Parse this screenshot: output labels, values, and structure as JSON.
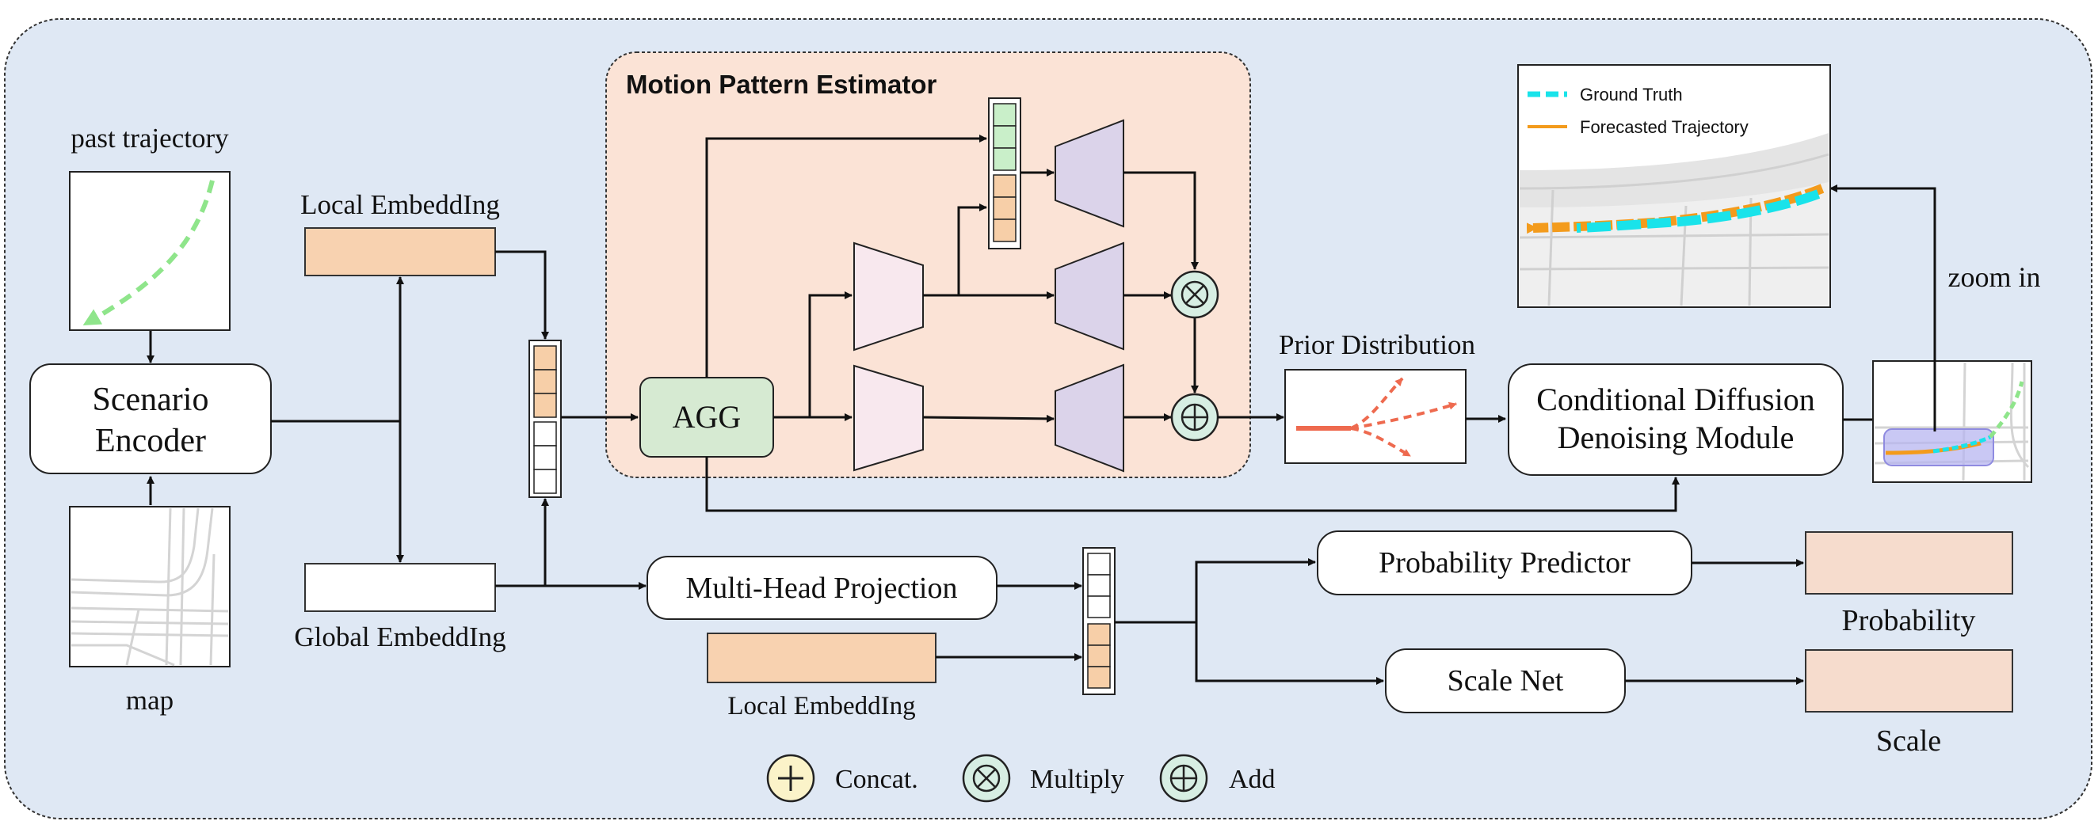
{
  "title": "Motion Pattern Estimator",
  "labels": {
    "past_trajectory": "past trajectory",
    "map": "map",
    "scenario_encoder_line1": "Scenario",
    "scenario_encoder_line2": "Encoder",
    "local_embedding_top": "Local EmbeddIng",
    "global_embedding": "Global EmbeddIng",
    "local_embedding_bottom": "Local EmbeddIng",
    "agg": "AGG",
    "prior_distribution": "Prior Distribution",
    "cddm_line1": "Conditional Diffusion",
    "cddm_line2": "Denoising Module",
    "zoom_in": "zoom in",
    "multi_head_projection": "Multi-Head Projection",
    "probability_predictor": "Probability Predictor",
    "scale_net": "Scale Net",
    "probability": "Probability",
    "scale": "Scale"
  },
  "zoom_legend": {
    "ground_truth": "Ground Truth",
    "forecasted": "Forecasted Trajectory"
  },
  "legend": {
    "concat": "Concat.",
    "multiply": "Multiply",
    "add": "Add"
  },
  "colors": {
    "background": "#dfe8f4",
    "estimator_bg": "#fbe3d6",
    "agg_fill": "#d6ead2",
    "embedding_orange": "#f8d2b0",
    "output_fill": "#f6dccd",
    "green_cell": "#c9efc9",
    "orange_cell": "#f7cfa8",
    "decoder_purple": "#dbd3ea",
    "encoder_pink": "#f8e8ee",
    "op_green": "#d7eee3",
    "concat_yellow": "#fbf3c9",
    "ground_truth": "#19e3ea",
    "forecast": "#f39b1c",
    "trajectory_green": "#8fe58b",
    "prior_red": "#ee6a4f"
  }
}
